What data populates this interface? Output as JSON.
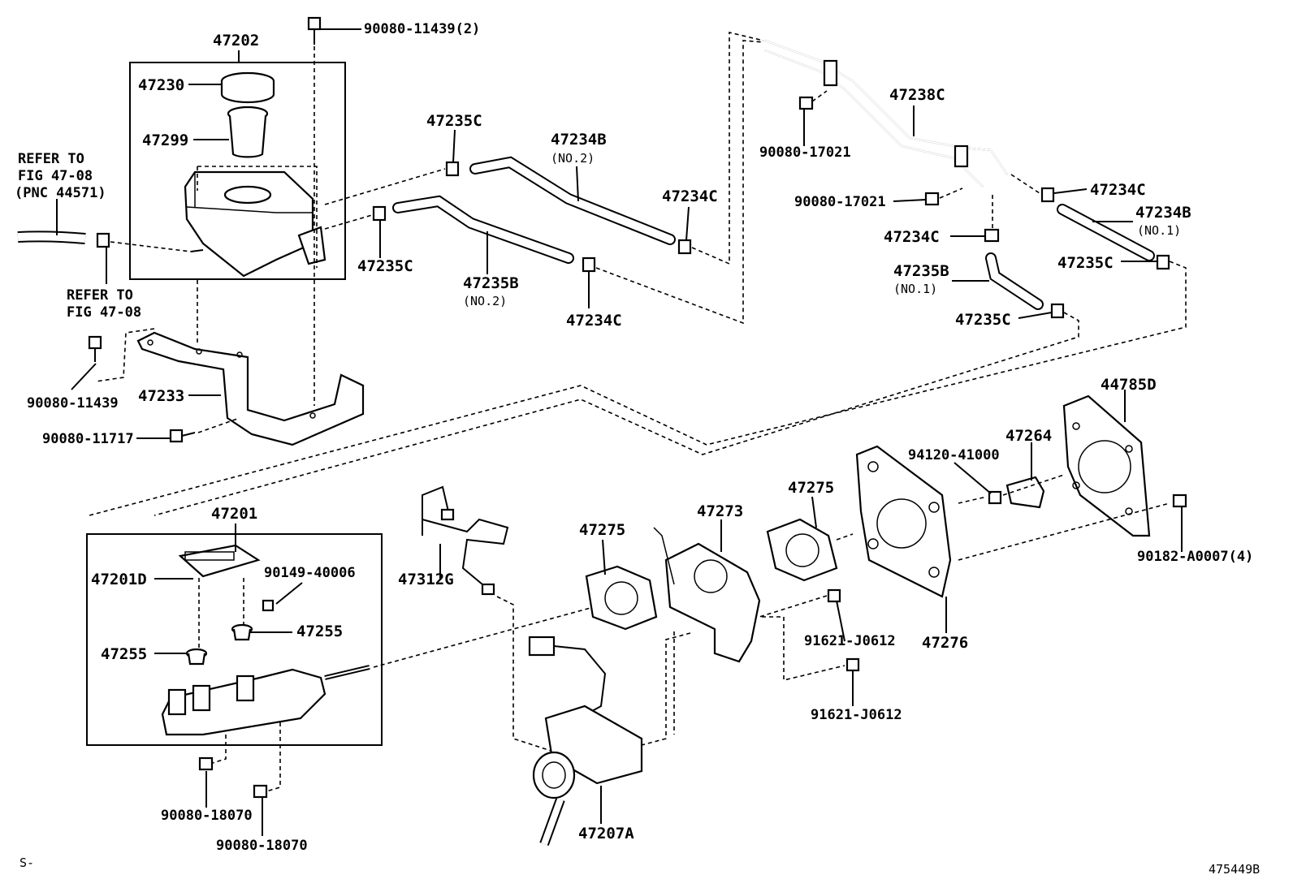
{
  "labels": {
    "p47202": "47202",
    "p47230": "47230",
    "p47299": "47299",
    "b90080_11439_2": "90080-11439(2)",
    "refer1_line1": "REFER TO",
    "refer1_line2": "FIG 47-08",
    "refer1_line3": "(PNC 44571)",
    "refer2_line1": "REFER TO",
    "refer2_line2": "FIG 47-08",
    "p47235C_a": "47235C",
    "p47235C_b": "47235C",
    "p47234B_no2": "47234B",
    "no2_a": "(NO.2)",
    "p47234C_a": "47234C",
    "p47235B_no2": "47235B",
    "no2_b": "(NO.2)",
    "p47234C_b": "47234C",
    "p47238C": "47238C",
    "b90080_17021_a": "90080-17021",
    "b90080_17021_b": "90080-17021",
    "p47234C_c": "47234C",
    "p47234C_d": "47234C",
    "p47234B_no1": "47234B",
    "no1_a": "(NO.1)",
    "p47235C_c": "47235C",
    "p47235B_no1": "47235B",
    "no1_b": "(NO.1)",
    "p47235C_d": "47235C",
    "b90080_11439": "90080-11439",
    "p47233": "47233",
    "b90080_11717": "90080-11717",
    "p44785D": "44785D",
    "p47264": "47264",
    "b94120_41000": "94120-41000",
    "p47275_a": "47275",
    "p47273": "47273",
    "p47275_b": "47275",
    "b90182_A0007": "90182-A0007(4)",
    "p47201": "47201",
    "p47201D": "47201D",
    "b90149_40006": "90149-40006",
    "p47255_a": "47255",
    "p47255_b": "47255",
    "p47312G": "47312G",
    "p47276": "47276",
    "b91621_J0612_a": "91621-J0612",
    "b91621_J0612_b": "91621-J0612",
    "b90080_18070_a": "90080-18070",
    "b90080_18070_b": "90080-18070",
    "p47207A": "47207A",
    "corner_s": "S-",
    "diagram_id": "475449B"
  }
}
